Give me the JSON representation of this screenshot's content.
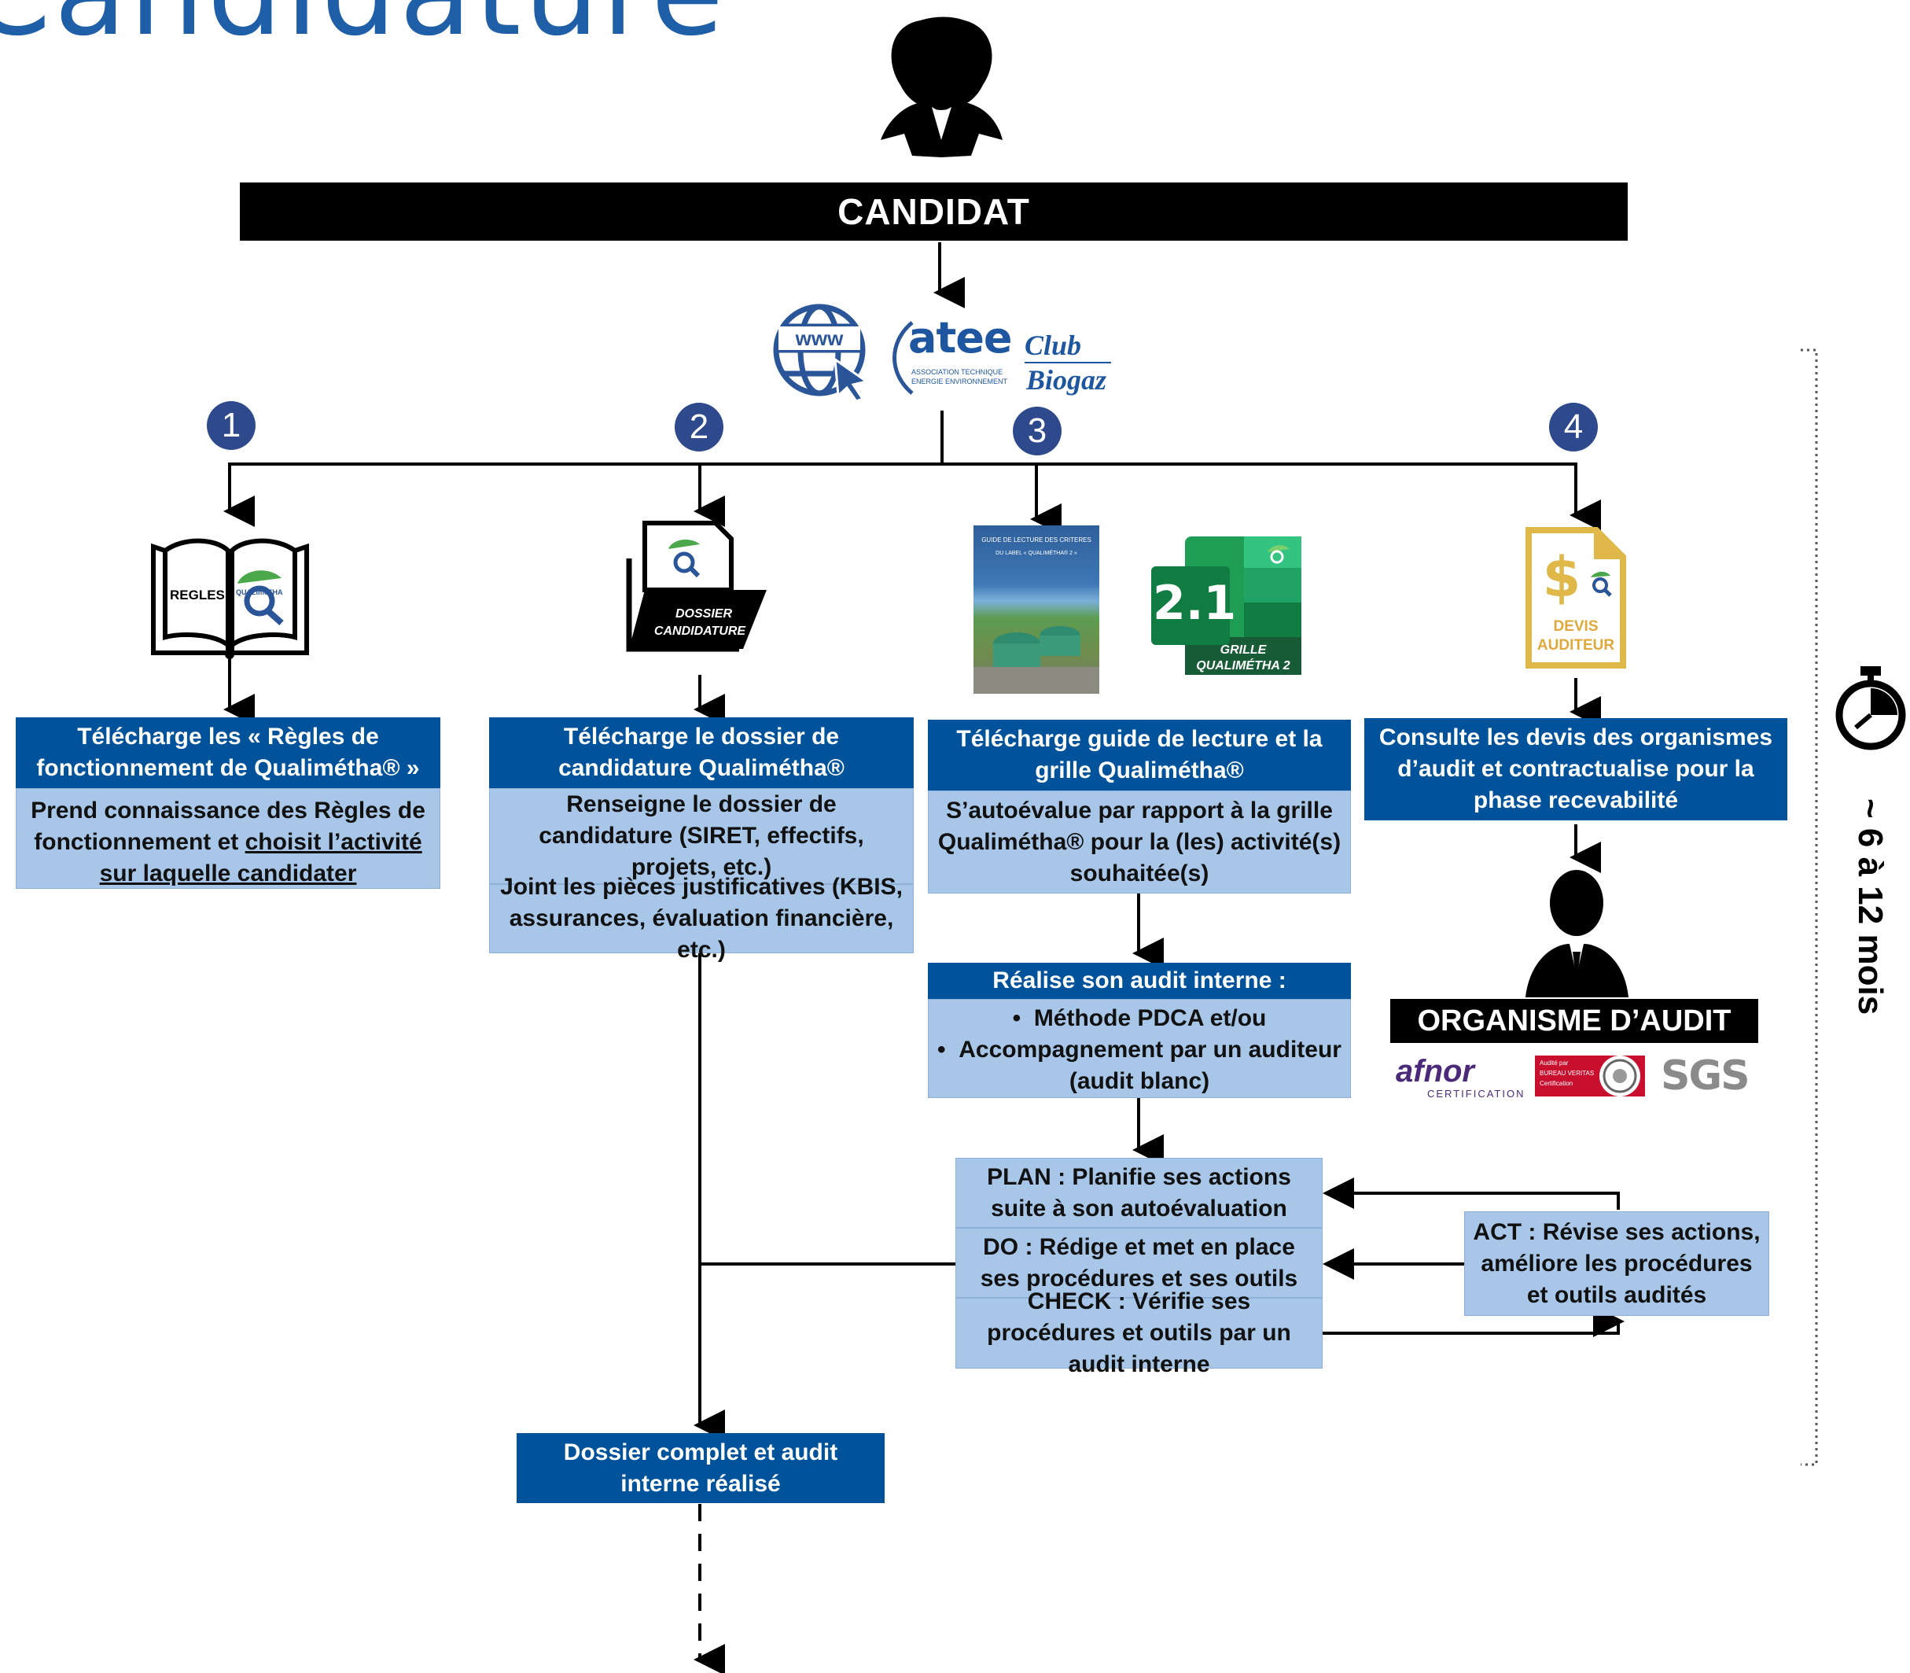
{
  "title_fragment": "Candidature",
  "candidat_label": "CANDIDAT",
  "logos": {
    "www_text": "www",
    "atee_text": "atee",
    "atee_subtitle_1": "ASSOCIATION TECHNIQUE",
    "atee_subtitle_2": "ENERGIE ENVIRONNEMENT",
    "club": "Club",
    "biogaz": "Biogaz"
  },
  "steps": [
    {
      "number": "1"
    },
    {
      "number": "2"
    },
    {
      "number": "3"
    },
    {
      "number": "4"
    }
  ],
  "icons": {
    "regles_label": "REGLES",
    "qualimetha_mini": "QUALIméTHA",
    "dossier_label_1": "DOSSIER",
    "dossier_label_2": "CANDIDATURE",
    "guide_line_1": "GUIDE DE LECTURE DES CRITERES",
    "guide_line_2": "DU LABEL « QUALIMÉTHA® 2 »",
    "grille_version": "2.1",
    "grille_label_1": "GRILLE",
    "grille_label_2": "QUALIMÉTHA 2",
    "devis_label_1": "DEVIS",
    "devis_label_2": "AUDITEUR"
  },
  "col1": {
    "header": "Télécharge les « Règles de fonctionnement de Qualimétha® »",
    "body_pre": "Prend connaissance des Règles de fonctionnement et ",
    "body_underlined": "choisit l’activité sur laquelle candidater"
  },
  "col2": {
    "header": "Télécharge le dossier de candidature Qualimétha®",
    "body1": "Renseigne le dossier de candidature (SIRET, effectifs, projets, etc.)",
    "body2": "Joint les pièces justificatives (KBIS, assurances, évaluation financière, etc.)"
  },
  "col3": {
    "header": "Télécharge guide de lecture et la grille Qualimétha®",
    "body": "S’autoévalue par rapport à la grille Qualimétha® pour la (les) activité(s) souhaitée(s)",
    "audit_header": "Réalise son audit interne :",
    "audit_items": [
      "Méthode PDCA et/ou",
      "Accompagnement par un auditeur (audit blanc)"
    ],
    "plan": "PLAN : Planifie ses actions suite à son autoévaluation",
    "do": "DO : Rédige et met en place ses procédures et ses outils",
    "check": "CHECK : Vérifie ses procédures et outils par un audit interne",
    "act": "ACT : Révise ses actions, améliore les procédures et outils audités"
  },
  "col4": {
    "header": "Consulte les devis des organismes d’audit et contractualise pour la phase recevabilité",
    "organisme": "ORGANISME D’AUDIT",
    "afnor": "afnor",
    "afnor_sub": "CERTIFICATION",
    "bv_1": "Audité par",
    "bv_2": "BUREAU VERITAS",
    "bv_3": "Certification",
    "sgs": "SGS"
  },
  "final": "Dossier complet et audit interne réalisé",
  "duration": "~ 6 à 12 mois",
  "colors": {
    "dark_blue": "#00539b",
    "light_blue": "#a7c6e8",
    "badge_blue": "#2e4a8c",
    "title_blue": "#1f5fa8"
  }
}
